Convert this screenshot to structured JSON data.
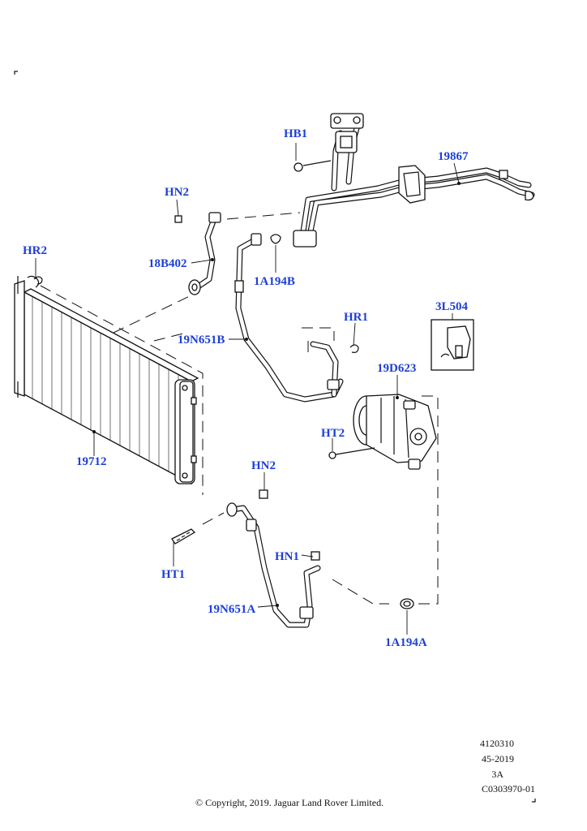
{
  "callouts": {
    "hb1": "HB1",
    "c19867": "19867",
    "hn2_top": "HN2",
    "hr2": "HR2",
    "c18b402": "18B402",
    "c1a194b": "1A194B",
    "c3l504": "3L504",
    "hr1": "HR1",
    "c19n651b": "19N651B",
    "c19d623": "19D623",
    "ht2": "HT2",
    "c19712": "19712",
    "hn2_bottom": "HN2",
    "hn1": "HN1",
    "ht1": "HT1",
    "c19n651a": "19N651A",
    "c1a194a": "1A194A"
  },
  "reference": {
    "line1": "4120310",
    "line2": "45-2019",
    "line3": "3A",
    "line4": "C0303970-01"
  },
  "copyright": "© Copyright, 2019. Jaguar Land Rover Limited.",
  "colors": {
    "callout": "#1d3fd8",
    "lines": "#111111",
    "background": "#ffffff"
  }
}
